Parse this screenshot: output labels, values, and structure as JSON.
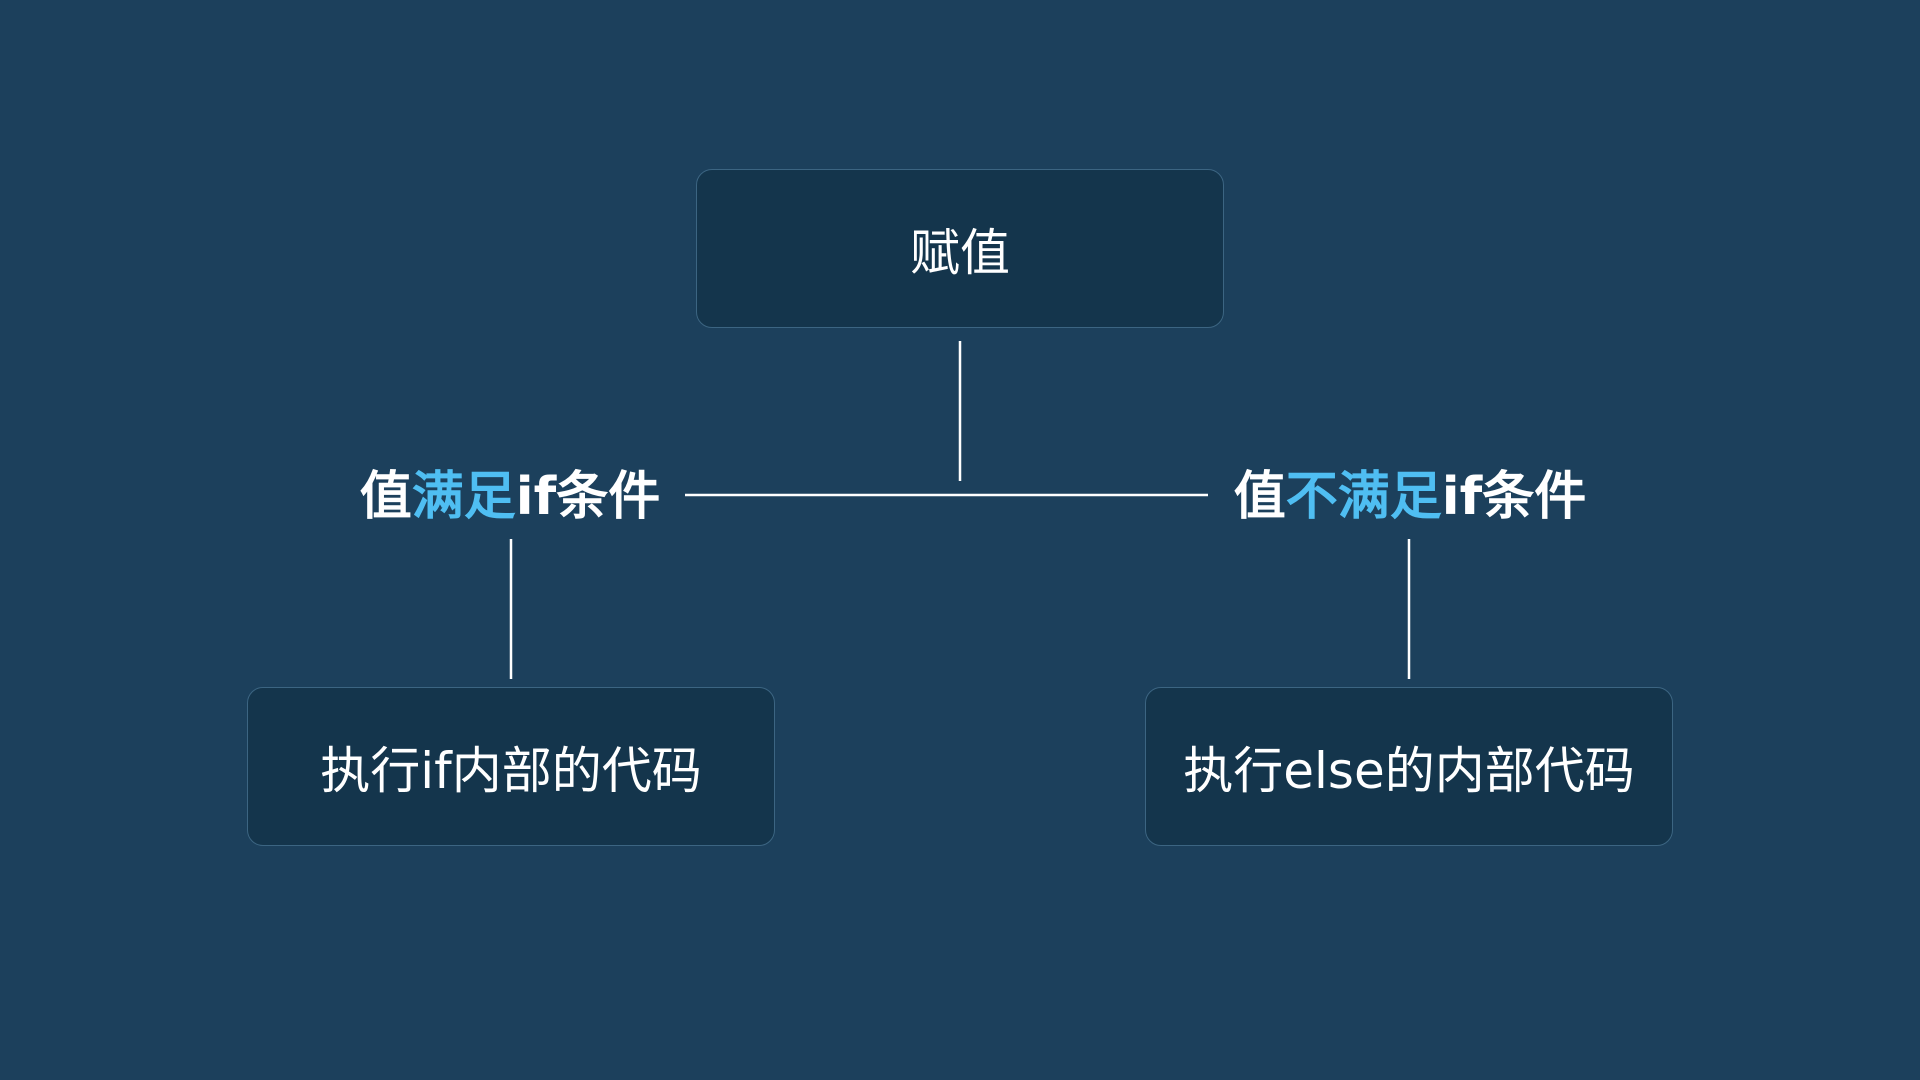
{
  "diagram": {
    "top_node": {
      "label": "赋值"
    },
    "branches": {
      "left": {
        "condition": {
          "pre": "值",
          "highlight": "满足",
          "post": "if条件"
        },
        "result": "执行if内部的代码"
      },
      "right": {
        "condition": {
          "pre": "值",
          "highlight": "不满足",
          "post": "if条件"
        },
        "result": "执行else的内部代码"
      }
    }
  },
  "colors": {
    "background": "#1c405c",
    "box_fill": "#14354c",
    "box_border": "#3c6582",
    "text": "#ffffff",
    "highlight": "#4fbef2",
    "connector": "#ffffff"
  }
}
